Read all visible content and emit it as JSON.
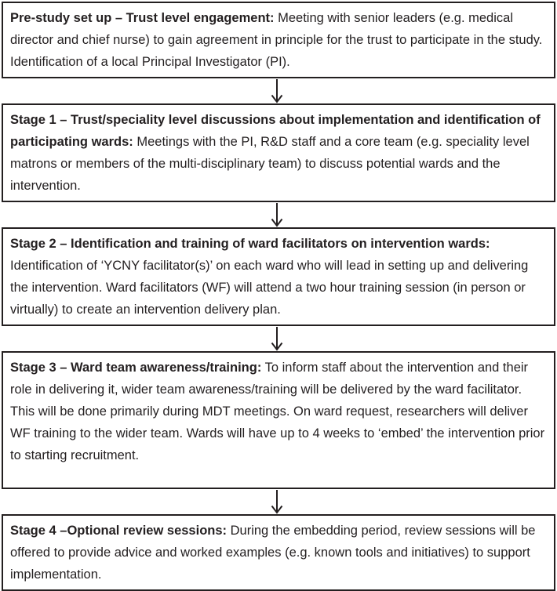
{
  "colors": {
    "border": "#231f20",
    "text": "#231f20",
    "background": "#ffffff"
  },
  "flowchart": {
    "description": "Vertical five-stage study set-up flowchart connected by downward arrows",
    "steps": [
      {
        "title": "Pre-study set up – Trust level engagement:",
        "body": " Meeting with senior leaders (e.g. medical director and chief nurse) to gain agreement in principle for the trust to participate in the study. Identification of a local Principal Investigator (PI)."
      },
      {
        "title": "Stage 1 – Trust/speciality level discussions about implementation and identification of participating wards:",
        "body": " Meetings with the PI, R&D staff and a core team (e.g. speciality level matrons or members of the multi-disciplinary team) to discuss potential wards and the intervention."
      },
      {
        "title": "Stage 2 – Identification and training of ward facilitators on intervention wards:",
        "body": " Identification of ‘YCNY facilitator(s)’ on each ward who will lead in setting up and delivering the intervention. Ward facilitators (WF) will attend a two hour training session (in person or virtually) to create an intervention delivery plan."
      },
      {
        "title": "Stage 3 – Ward team awareness/training:",
        "body": " To inform staff about the intervention and their role in delivering it, wider team awareness/training will be delivered by the ward facilitator. This will be done primarily during MDT meetings. On ward request, researchers will deliver WF training to the wider team. Wards will have up to 4 weeks to ‘embed’ the intervention prior to starting recruitment."
      },
      {
        "title": "Stage 4 –Optional review sessions:",
        "body": " During the embedding period, review sessions will be offered to provide advice and worked examples (e.g. known tools and initiatives) to support implementation."
      }
    ]
  }
}
